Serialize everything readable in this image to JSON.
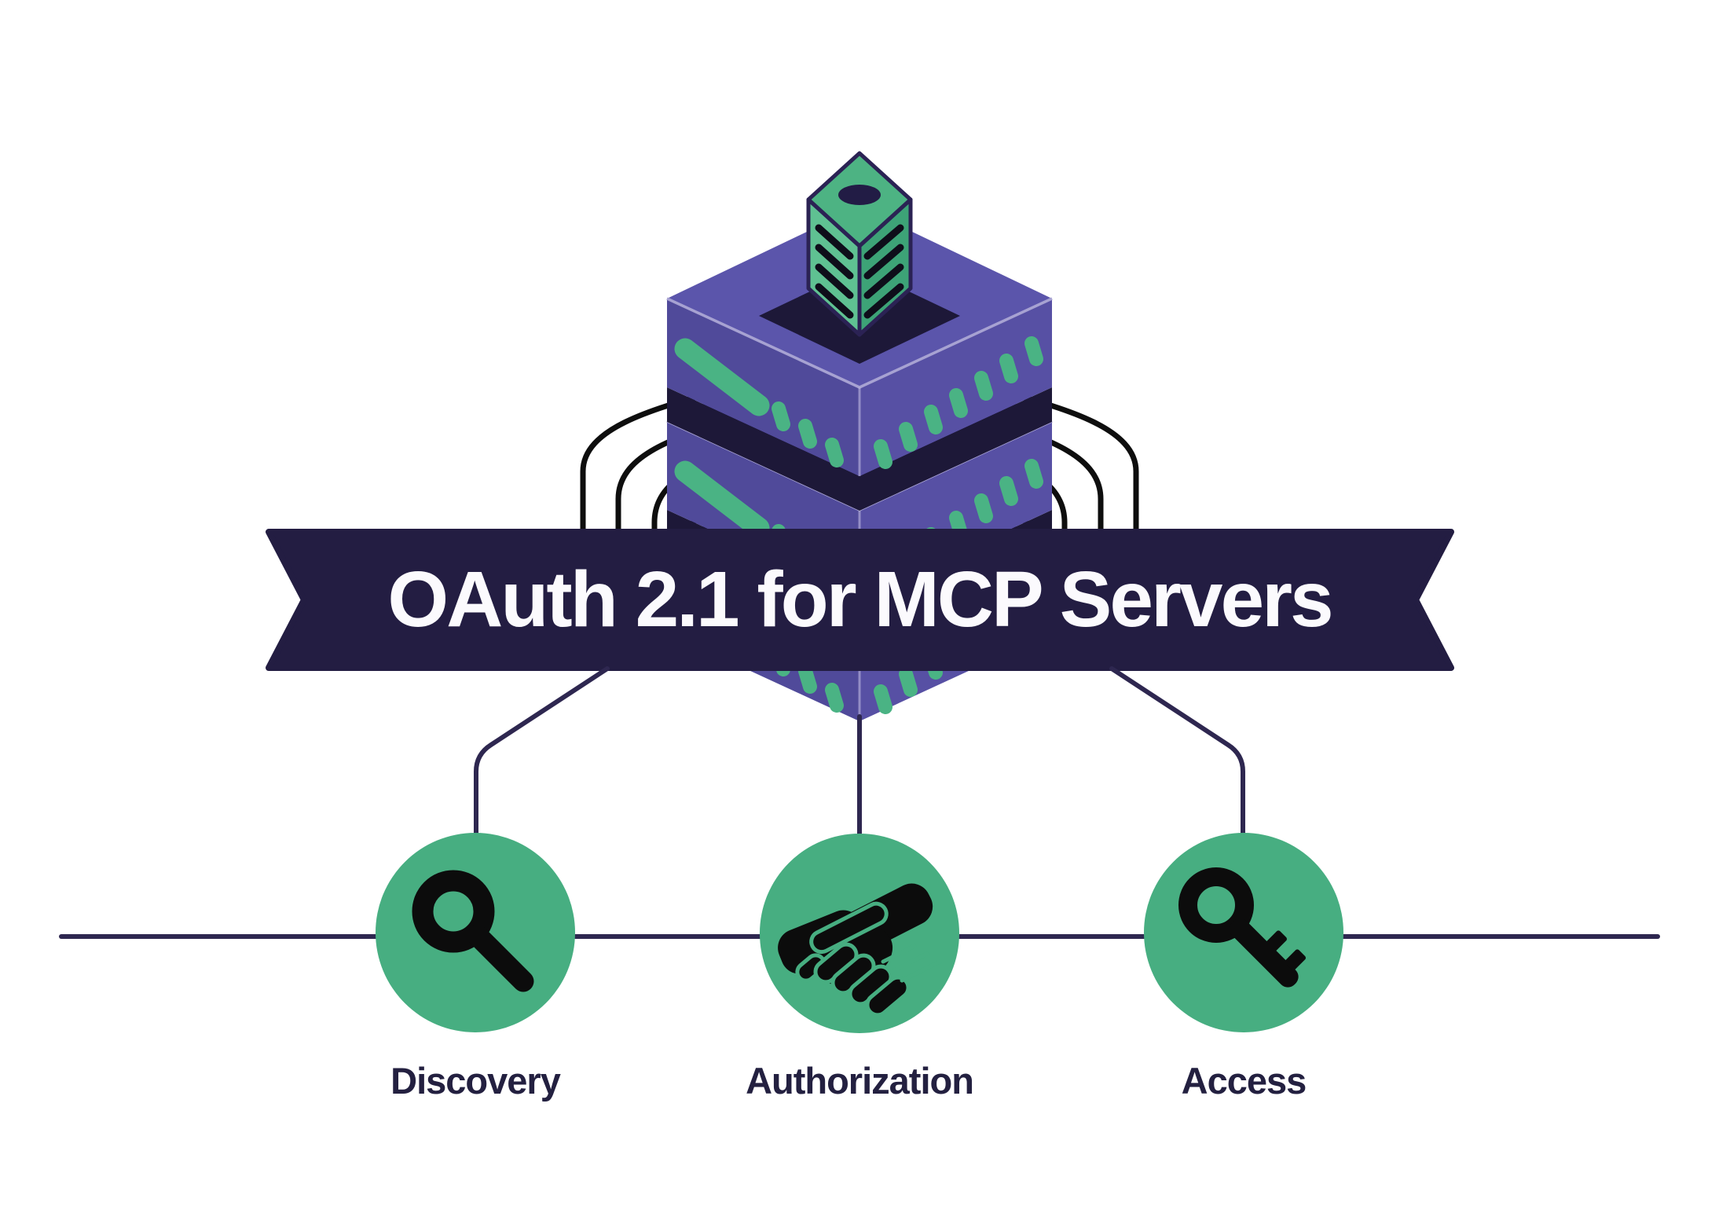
{
  "banner": {
    "title": "OAuth 2.1 for MCP Servers"
  },
  "nodes": [
    {
      "id": "discovery",
      "label": "Discovery",
      "icon": "search-icon"
    },
    {
      "id": "authorization",
      "label": "Authorization",
      "icon": "handshake-icon"
    },
    {
      "id": "access",
      "label": "Access",
      "icon": "key-icon"
    }
  ],
  "illustration": {
    "name": "isometric-server-stack",
    "layers": 3,
    "cables_per_side": 5
  },
  "colors": {
    "banner_bg": "#231d42",
    "line": "#2e2750",
    "circle_green": "#47ae81",
    "label_color": "#232040",
    "title_color": "#fbfafd",
    "slab_top": "#5b55ab",
    "slab_left": "#504a9a",
    "slab_right": "#5750a4",
    "gap_dark": "#1d1838",
    "accent_green": "#4ab384",
    "cube_top": "#4db383",
    "cube_left": "#5fc192",
    "cube_right": "#3da377",
    "icon_black": "#0c0c0c",
    "background": "#ffffff"
  }
}
